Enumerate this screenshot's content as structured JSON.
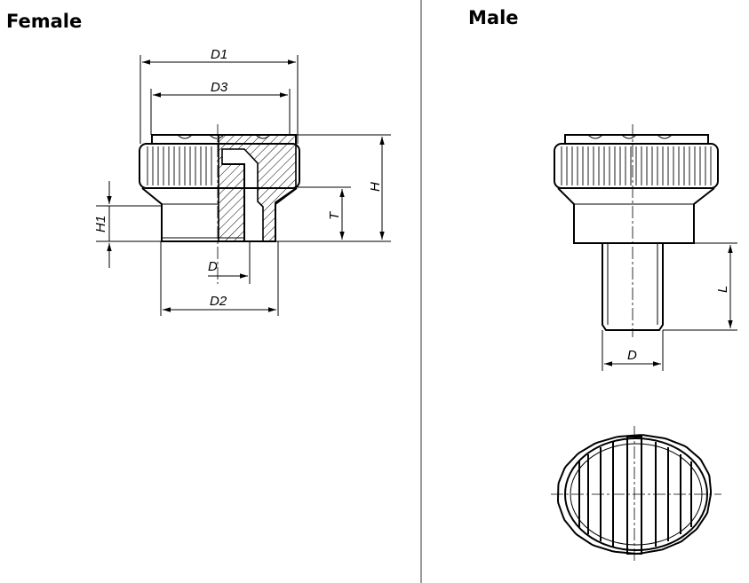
{
  "sections": {
    "female": {
      "title": "Female"
    },
    "male": {
      "title": "Male"
    }
  },
  "dimensions": {
    "female": {
      "d1": "D1",
      "d3": "D3",
      "h": "H",
      "t": "T",
      "h1": "H1",
      "d": "D",
      "d2": "D2"
    },
    "male": {
      "l": "L",
      "d": "D"
    }
  },
  "colors": {
    "stroke": "#000000",
    "background": "#ffffff",
    "divider": "#555555"
  }
}
